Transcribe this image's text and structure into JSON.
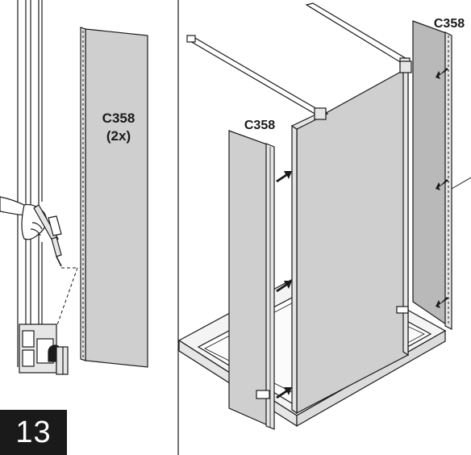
{
  "step": {
    "number": "13"
  },
  "left_panel": {
    "part_label_line1": "C358",
    "part_label_line2": "(2x)"
  },
  "right_panel": {
    "front_panel_label": "C358",
    "back_panel_label": "C358"
  },
  "colors": {
    "ink": "#1a1a1a",
    "glass": "#cfcfcf",
    "glass_dark": "#b9b9b9",
    "profile": "#e6e6e6",
    "tray": "#f4f4f4",
    "arrow": "#1a1a1a"
  }
}
